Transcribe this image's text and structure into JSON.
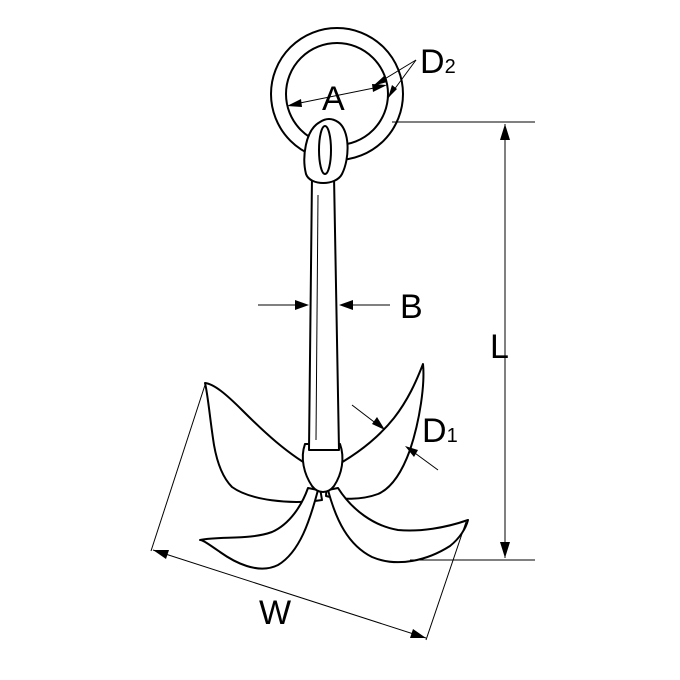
{
  "diagram": {
    "labels": {
      "ring_inner_diameter": "A",
      "shank_width": "B",
      "ring_wire_letter": "D",
      "ring_wire_subscript": "2",
      "fluke_wire_letter": "D",
      "fluke_wire_subscript": "1",
      "length": "L",
      "width": "W"
    }
  }
}
